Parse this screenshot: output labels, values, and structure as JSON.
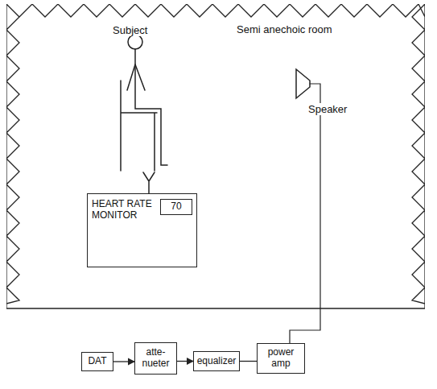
{
  "diagram": {
    "nodes": [
      {
        "text": [
          "Semi anechoic room"
        ]
      },
      {
        "text": [
          "HEART RATE MONITOR"
        ],
        "in": 0
      },
      {
        "text": [
          "70"
        ],
        "in": 1
      },
      {
        "text": [
          "DAT"
        ]
      },
      {
        "text": [
          "atte- nueter"
        ]
      },
      {
        "text": [
          "equalizer"
        ]
      },
      {
        "text": [
          "power amp"
        ]
      }
    ],
    "edges": [
      {
        "from": 3,
        "to": 4,
        "arrow": "to"
      },
      {
        "from": 4,
        "to": 5,
        "arrow": "to"
      },
      {
        "from": 5,
        "to": 6,
        "arrow": "none"
      }
    ],
    "labels": [
      "Subject",
      "Speaker"
    ]
  }
}
